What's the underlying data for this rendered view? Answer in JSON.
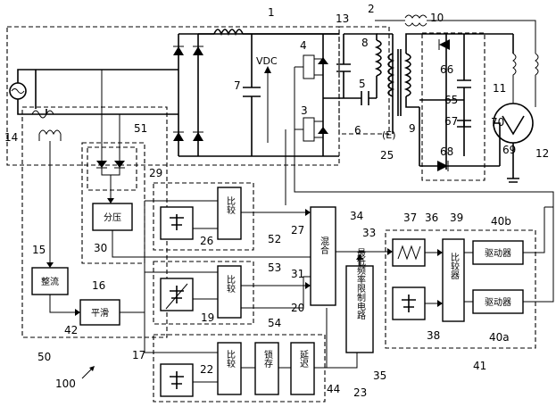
{
  "blocks": {
    "divider": "分压",
    "rectifier": "整流",
    "smoothing": "平滑",
    "comp_52": "比较",
    "comp_53": "比较",
    "comp_54": "比较",
    "latch": "锁存",
    "delay": "延迟",
    "mixer": "混合",
    "min_freq": "最低频率限制电路",
    "comparator": "比较器",
    "driver_b": "驱动器",
    "driver_a": "驱动器",
    "vdc": "VDC",
    "ground_e": "(E)"
  },
  "refs": [
    "1",
    "2",
    "3",
    "4",
    "5",
    "6",
    "7",
    "8",
    "9",
    "10",
    "11",
    "12",
    "13",
    "14",
    "15",
    "16",
    "17",
    "19",
    "20",
    "22",
    "23",
    "25",
    "26",
    "27",
    "29",
    "30",
    "31",
    "33",
    "34",
    "35",
    "36",
    "37",
    "38",
    "39",
    "40a",
    "40b",
    "41",
    "42",
    "44",
    "50",
    "51",
    "52",
    "53",
    "54",
    "65",
    "66",
    "67",
    "68",
    "69",
    "70",
    "100"
  ]
}
